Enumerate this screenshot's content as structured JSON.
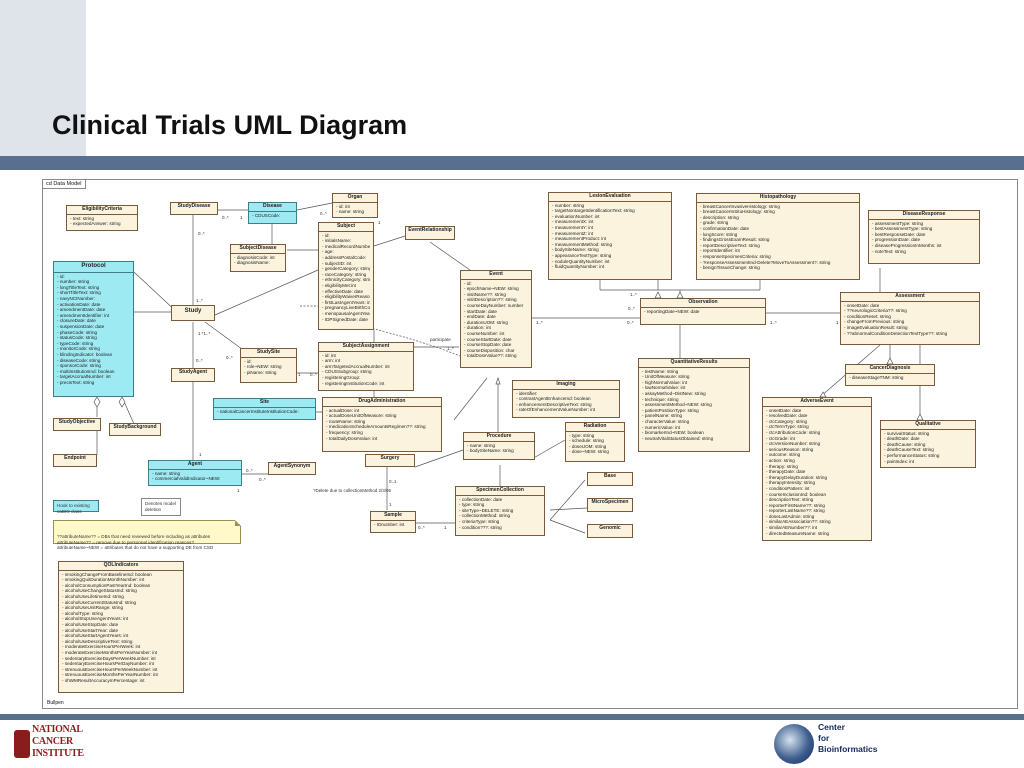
{
  "slide": {
    "title": "Clinical Trials UML Diagram"
  },
  "frame": {
    "tab_label": "cd Data Model",
    "bottom_label": "Bullpen"
  },
  "classes": {
    "eligibility": {
      "name": "EligibilityCriteria",
      "attrs": [
        "text: string",
        "expectedAnswer: string"
      ]
    },
    "studydisease": {
      "name": "StudyDisease",
      "attrs": []
    },
    "disease": {
      "name": "Disease",
      "attrs": [
        "CDUSCode:"
      ]
    },
    "organ": {
      "name": "Organ",
      "attrs": [
        "id: int",
        "name: string"
      ]
    },
    "subjectdisease": {
      "name": "SubjectDisease",
      "attrs": [
        "diagnosisCode: int",
        "diagnosisName:"
      ]
    },
    "subject": {
      "name": "Subject",
      "attrs": [
        "id:",
        "initialsName:",
        "medicalRecordNumber: int",
        "age:",
        "addressPostalCode:",
        "subjectID: int",
        "genderCategory: string",
        "raceCategory: string",
        "ethnicityCategory: string",
        "eligibilityMet:int",
        "effectiveDate: date",
        "eligibilityWaiverReason: string",
        "firstLastAgentYears: int",
        "pregnancyLiveBirthCount: int",
        "menopausalAgentYears: int",
        "IDPSignedDate: date"
      ]
    },
    "eventrel": {
      "name": "EventRelationship",
      "attrs": []
    },
    "protocol": {
      "name": "Protocol",
      "attrs": [
        "id:",
        "number: string",
        "longTitleText: string",
        "shortTitleText: string",
        "navyNCINumber:",
        "activationDate: date",
        "amendmentDate: date",
        "amendmentIdentifier: int",
        "closureDate: date",
        "suspensionDate: date",
        "phaseCode: string",
        "statusCode: string",
        "typeCode: string",
        "monitorCode: string",
        "blindingIndicator: boolean",
        "diseaseCode: string",
        "sponsorCode: string",
        "multiInstitutionInd: boolean",
        "targetAccrualNumber: int",
        "precisText: string"
      ]
    },
    "study": {
      "name": "Study",
      "attrs": []
    },
    "studysite": {
      "name": "StudySite",
      "attrs": [
        "id:",
        "role~NEW: string",
        "piName: string"
      ]
    },
    "subjectassignment": {
      "name": "SubjectAssignment",
      "attrs": [
        "id: int",
        "arm: int",
        "armTargetedAccrualNumber: int",
        "CDUSSubgroup: string",
        "registeringGroup:",
        "registeringInstitutionCode: int"
      ]
    },
    "studyagent": {
      "name": "StudyAgent",
      "attrs": []
    },
    "site": {
      "name": "Site",
      "attrs": [
        "nationalCancerInstituteInstitutionCode:"
      ]
    },
    "drugadmin": {
      "name": "DrugAdministration",
      "attrs": [
        "actualDose: int",
        "actualDoseUnitOfMeasure: string",
        "routeName: string",
        "medicationScheduleAmountsRegimen??: string",
        "frequency: string",
        "totalDailyDoseValue: int"
      ]
    },
    "studyobjective": {
      "name": "StudyObjective",
      "attrs": []
    },
    "studybackground": {
      "name": "StudyBackground",
      "attrs": []
    },
    "endpoint": {
      "name": "Endpoint",
      "attrs": []
    },
    "agent": {
      "name": "Agent",
      "attrs": [
        "name: string",
        "commercialValidIndicator~NEW:"
      ]
    },
    "agentsynonym": {
      "name": "AgentSynonym",
      "attrs": []
    },
    "event": {
      "name": "Event",
      "attrs": [
        "id:",
        "epochName~NEW: string",
        "visitName??: string",
        "visitDescription??: string",
        "courseDayNumber: number",
        "startDate: date",
        "endDate: date",
        "durationUOM: string",
        "duration: int",
        "courseNumber: int",
        "courseStartDate: date",
        "courseStopDate: date",
        "courseDisposition: char",
        "totalDoseValue??: string"
      ]
    },
    "lesion": {
      "name": "LesionEvaluation",
      "attrs": [
        "number: string",
        "targetNontargetIdentificationText: string",
        "evaluationNumber: int",
        "measurementX: int",
        "measurementY: int",
        "measurementZ: int",
        "measurementProduct: int",
        "measurementMethod: string",
        "bodySiteName: string",
        "appearanceTextType: string",
        "noduleQuantityNumber: int",
        "fluidQuantityNumber: int"
      ]
    },
    "histopathology": {
      "name": "Histopathology",
      "attrs": [
        "breastCancerInvasiveHistology: string",
        "breastCancerInSituHistology: string",
        "description: string",
        "grade: string",
        "confirmationDate: date",
        "lungScore: string",
        "findingsGrossExamResult: string",
        "reportDescriptiveText: string",
        "reportIdentifier: int",
        "responseSpecimenCriteria: string",
        "?responseAssessmentInd-Delete?MoveToAssessment?: string",
        "benignTissueChange: string"
      ]
    },
    "diseaseresponse": {
      "name": "DiseaseResponse",
      "attrs": [
        "assessmentType: string",
        "bestAssessmentType: string",
        "bestResponseDate: date",
        "progressionDate: date",
        "diseaseProgressionInMonths: int",
        "noteText: string"
      ]
    },
    "observation": {
      "name": "Observation",
      "attrs": [
        "reportingDate~NEW: date"
      ]
    },
    "assessment": {
      "name": "Assessment",
      "attrs": [
        "onsetDate: date",
        "??neurologicCriteria??: string",
        "conditionReset: string",
        "changeFromPrevious: string",
        "imageEvaluationResult: string",
        "??abnormalConditionDetectionTextType??: string"
      ]
    },
    "quantitative": {
      "name": "QuantitativeResults",
      "attrs": [
        "testName: string",
        "UnitOfMeasure: string",
        "highNormalValue: int",
        "lowNormalValue: int",
        "assayMethod~DistNew: string",
        "technique: string",
        "assessmentMethod~NEW: string",
        "patientPositionType: string",
        "panelName: string",
        "characterValue: string",
        "numericValue: int",
        "biomarkerInd~NEW: boolean",
        "neutralVitalStatusObtained: string"
      ]
    },
    "imaging": {
      "name": "Imaging",
      "attrs": [
        "identifier:",
        "contrastAgentEnhanceInd: boolean",
        "enhancementDescriptiveText: string",
        "rateOfEnhancementValueNumber: int"
      ]
    },
    "cancerdiagnosis": {
      "name": "CancerDiagnosis",
      "attrs": [
        "diseaseStageTNM: string"
      ]
    },
    "adverseevent": {
      "name": "AdverseEvent",
      "attrs": [
        "onsetDate: date",
        "resolvedDate: date",
        "ctcCategory: string",
        "ctcTermType: string",
        "ctcAttributionCode: string",
        "ctcGrade: int",
        "ctcVersionNumber: string",
        "seriousReason: string",
        "outcome: string",
        "action: string",
        "therapy: string",
        "therapyDate: date",
        "therapyDelayDuration: string",
        "therapyIntensity: string",
        "conditionPattern: int",
        "courseInclusionInd: boolean",
        "descriptionText: string",
        "reporterFirstName??: string",
        "reporterLastName??: string",
        "doseLastAdmin: string",
        "similarAEAssociation??: string",
        "similarAENumber??: int",
        "directedMeasureName: string"
      ]
    },
    "qualitative": {
      "name": "Qualitative",
      "attrs": [
        "survivalStatus: string",
        "deathDate: date",
        "deathCause: string",
        "deathCauseText: string",
        "performanceStatus: string",
        "painIndex: int"
      ]
    },
    "procedure": {
      "name": "Procedure",
      "attrs": [
        "name: string",
        "bodySiteName: string"
      ]
    },
    "radiation": {
      "name": "Radiation",
      "attrs": [
        "type: string",
        "schedule: string",
        "doseUOM: string",
        "dose~NEW: string"
      ]
    },
    "surgery": {
      "name": "Surgery",
      "attrs": []
    },
    "specimen": {
      "name": "SpecimenCollection",
      "attrs": [
        "collectionDate: date",
        "type: string",
        "siteType~DELETE: string",
        "collectionMethod: string",
        "criteriaType: string",
        "condition???: string"
      ]
    },
    "base": {
      "name": "Base",
      "attrs": []
    },
    "microspecimen": {
      "name": "MicroSpecimen",
      "attrs": []
    },
    "genomic": {
      "name": "Genomic",
      "attrs": []
    },
    "sample": {
      "name": "Sample",
      "attrs": [
        "IDnumber: int"
      ]
    },
    "qol": {
      "name": "QOLIndicators",
      "attrs": [
        "smokingChangeFromBaselineInd: boolean",
        "smokingQuitDurationMonthNumber: int",
        "alcoholConsumptionPastYearInd: boolean",
        "alcoholUseChangeStatusInd: string",
        "alcoholUseLifetimeInd: string",
        "alcoholUseCurrentStatusInd: string",
        "alcoholUseUnitRange: string",
        "alcoholType: string",
        "alcoholStopUseAgentYears: int",
        "alcoholUseStopDate: date",
        "alcoholUseStartYear: date",
        "alcoholUseStartAgentYears: int",
        "alcoholUseDescriptiveText: string",
        "moderateExerciseHoursPerWeek: int",
        "moderateExerciseMonthsPerYearNumber: int",
        "sedentaryExerciseDaysPerWeekNumber: int",
        "sedentaryExerciseHoursPerDayNumber: int",
        "strenuousExerciseHoursPerWeekNumber: int",
        "strenuousExerciseMonthsPerYearNumber: int",
        "shWMResultAccuracyInPercentage: int"
      ]
    }
  },
  "notes": {
    "hook": "Hook to existing caBIO class",
    "deletion": "Denotes model deletion",
    "legend": "??attributeName?? = DBs that need reviewed before including as attributes\nattributeName?? = remove due to personnel identification reasons?\nattributeName~NEW = attributes that do not have a supporting DE from CSD",
    "delete_note": "?Delete due to collectionMethod 2/3/05"
  },
  "labels": {
    "participate": "participate",
    "m_0_star": "0..*",
    "m_1": "1",
    "m_1_star": "1..*",
    "m_0_1": "0..1",
    "m_1_1_star": "1 *1..*"
  },
  "logos": {
    "nci": [
      "NATIONAL",
      "CANCER",
      "INSTITUTE"
    ],
    "cbi": [
      "Center",
      "for",
      "Bioinformatics"
    ]
  },
  "colors": {
    "class_fill": "#fbf3dd",
    "caBIO_fill": "#9eeaf2",
    "band": "#5a6f8e"
  }
}
